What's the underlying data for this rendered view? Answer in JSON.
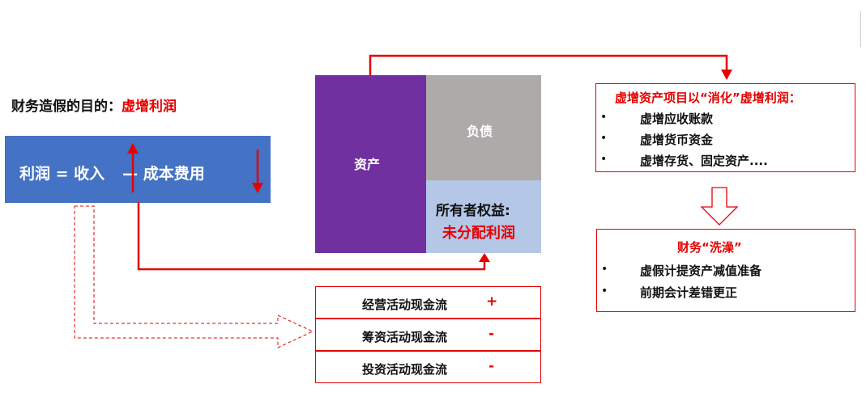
{
  "purpose": {
    "prefix": "财务造假的目的：",
    "highlight": "虚增利润"
  },
  "formula": {
    "text": "利润 = 收入",
    "minus": "— 成本费用"
  },
  "balance_sheet": {
    "assets": "资产",
    "liabilities": "负债",
    "equity": "所有者权益:",
    "equity_highlight": "未分配利润"
  },
  "inflate_assets": {
    "title": "虚增资产项目以“消化”虚增利润：",
    "items": [
      "虚增应收账款",
      "虚增货币资金",
      "虚增存货、固定资产...."
    ]
  },
  "wash": {
    "title": "财务“洗澡”",
    "items": [
      "虚假计提资产减值准备",
      "前期会计差错更正"
    ]
  },
  "cash_flows": [
    {
      "label": "经营活动现金流",
      "sign": "+"
    },
    {
      "label": "筹资活动现金流",
      "sign": "-"
    },
    {
      "label": "投资活动现金流",
      "sign": "-"
    }
  ],
  "colors": {
    "formula_bg": "#4472c4",
    "assets": "#7030a0",
    "liabilities": "#aeaaaa",
    "equity": "#b4c7e7",
    "accent_red": "#e60000"
  }
}
